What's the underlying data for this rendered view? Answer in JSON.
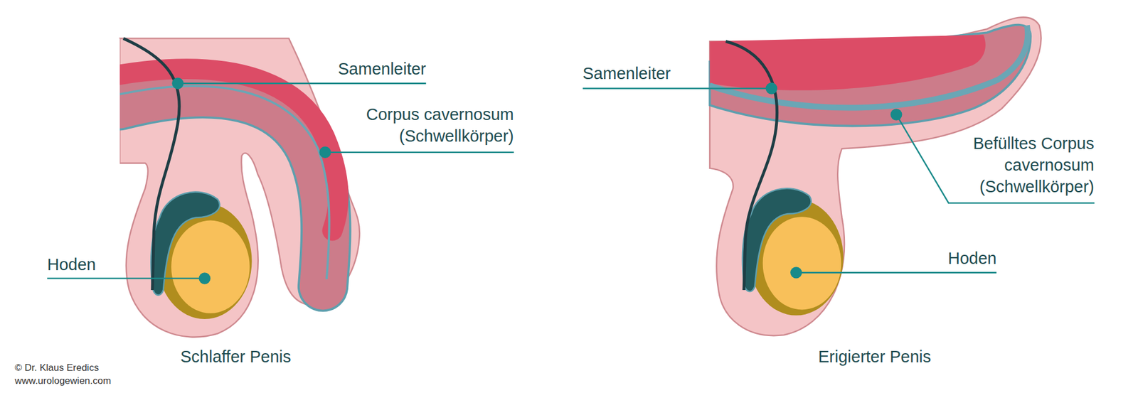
{
  "diagram": {
    "labels": [
      "Samenleiter",
      "Corpus cavernosum (Schwellkörper)",
      "Hoden",
      "Schlaffer Penis",
      "© Dr. Klaus Eredics",
      "www.urologewien.com",
      "Samenleiter",
      "Befülltes Corpus cavernosum (Schwellkörper)",
      "Hoden",
      "Erigierter Penis"
    ]
  }
}
